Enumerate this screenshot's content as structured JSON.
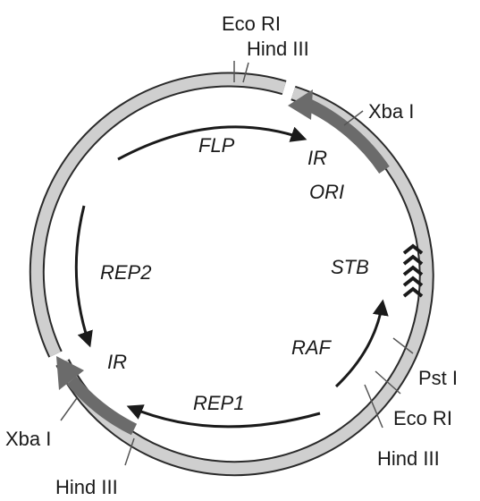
{
  "restriction_sites": {
    "eco_ri_top": "Eco RI",
    "hind_iii_top": "Hind III",
    "xba_i_right": "Xba I",
    "pst_i": "Pst I",
    "eco_ri_bottom_right": "Eco RI",
    "hind_iii_bottom_right": "Hind III",
    "xba_i_left": "Xba I",
    "hind_iii_bottom_left": "Hind III"
  },
  "features": {
    "flp": "FLP",
    "ir_top": "IR",
    "ori": "ORI",
    "rep2": "REP2",
    "stb": "STB",
    "raf": "RAF",
    "ir_left": "IR",
    "rep1": "REP1"
  },
  "colors": {
    "ring_fill": "#cfcfcf",
    "ring_stroke": "#2a2a2a",
    "arrow_fill": "#6b6b6b",
    "text": "#1a1a1a"
  }
}
